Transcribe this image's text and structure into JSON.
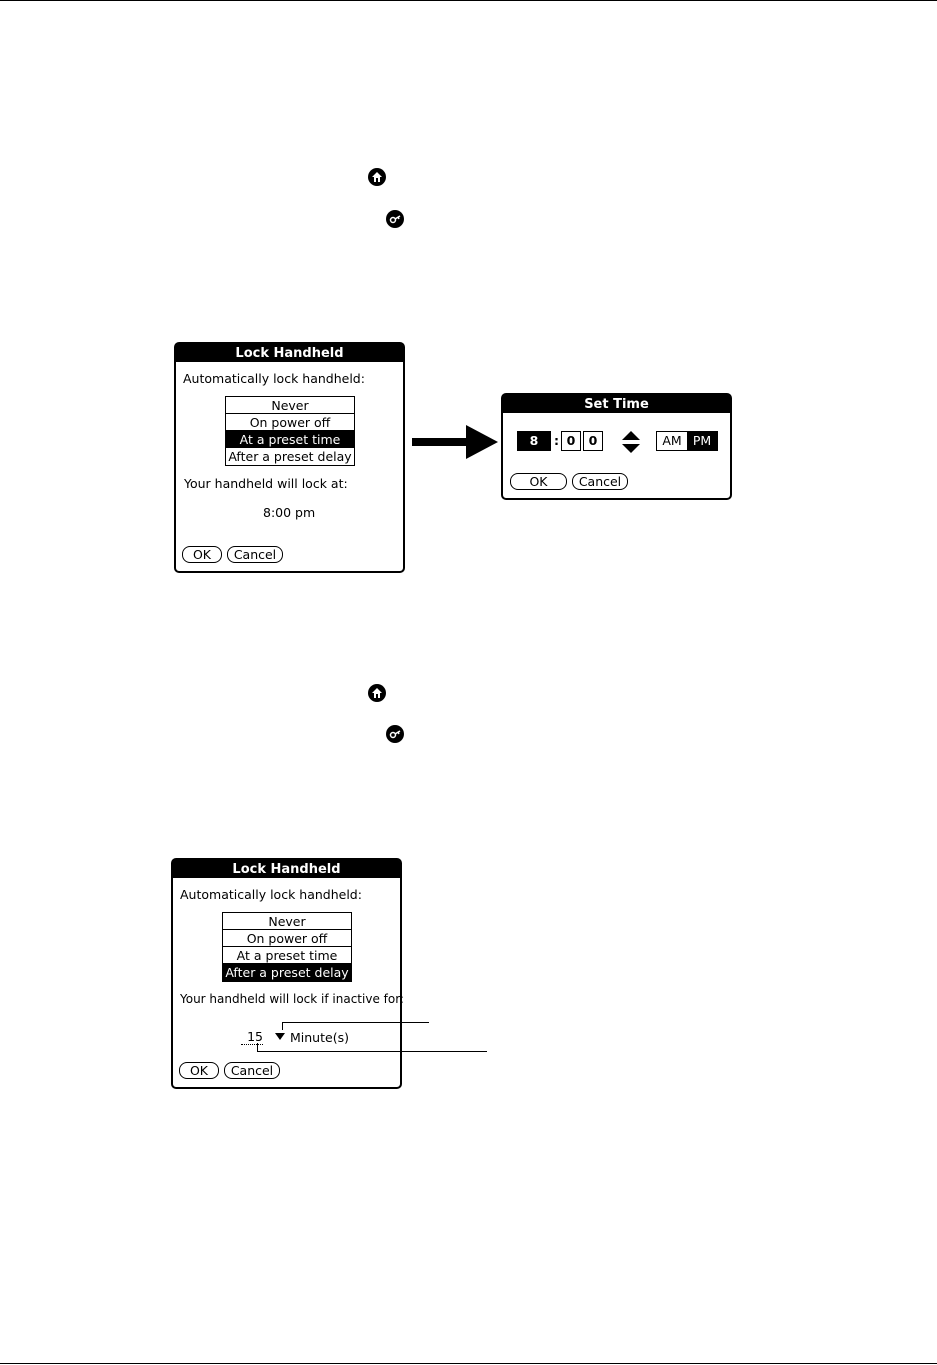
{
  "icons": {
    "home": "home-icon",
    "security": "security-key-icon",
    "arrow": "right-arrow-icon",
    "updown": "up-down-arrows-icon",
    "dropdown": "dropdown-triangle-icon"
  },
  "dialog1": {
    "title": "Lock Handheld",
    "prompt": "Automatically lock handheld:",
    "options": [
      "Never",
      "On power off",
      "At a preset time",
      "After a preset delay"
    ],
    "selected": "At a preset time",
    "lock_at_label": "Your handheld will lock at:",
    "lock_time": "8:00 pm",
    "ok": "OK",
    "cancel": "Cancel"
  },
  "set_time": {
    "title": "Set Time",
    "hour": "8",
    "separator": ":",
    "minute_tens": "0",
    "minute_ones": "0",
    "am": "AM",
    "pm": "PM",
    "selected_period": "PM",
    "ok": "OK",
    "cancel": "Cancel"
  },
  "dialog2": {
    "title": "Lock Handheld",
    "prompt": "Automatically lock handheld:",
    "options": [
      "Never",
      "On power off",
      "At a preset time",
      "After a preset delay"
    ],
    "selected": "After a preset delay",
    "inactive_label": "Your handheld will lock if inactive for:",
    "delay_value": "15",
    "delay_unit": "Minute(s)",
    "ok": "OK",
    "cancel": "Cancel"
  }
}
